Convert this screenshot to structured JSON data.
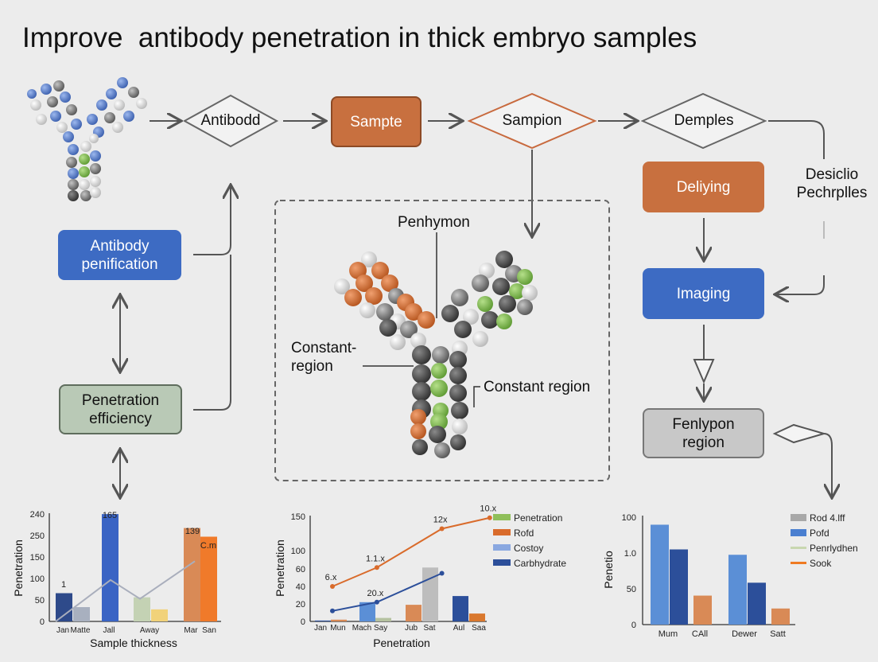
{
  "title": "Improve  antibody penetration in thick embryo samples",
  "flow": {
    "diamond_antibody": "Antibodd",
    "box_sample": "Sampte",
    "diamond_sampion": "Sampion",
    "diamond_demples": "Demples",
    "box_antibody_purification_line1": "Antibody",
    "box_antibody_purification_line2": "penification",
    "box_penetration_line1": "Penetration",
    "box_penetration_line2": "efficiency",
    "box_delying": "Deliying",
    "side_label_line1": "Desiclio",
    "side_label_line2": "Pechrplles",
    "box_imaging": "Imaging",
    "box_fenlypon_line1": "Fenlypon",
    "box_fenlypon_line2": "region"
  },
  "structure_labels": {
    "top": "Penhymon",
    "left_line1": "Constant-",
    "left_line2": "region",
    "right": "Constant region"
  },
  "colors": {
    "blue": "#3d6bc3",
    "orange": "#c8703f",
    "green_box": "#b9c9b6",
    "gray_box": "#c8c8c8"
  },
  "chart_data": [
    {
      "type": "bar",
      "xlabel": "Sample thickness",
      "ylabel": "Penetration",
      "yticks": [
        "0",
        "50",
        "100",
        "150",
        "250",
        "240"
      ],
      "categories": [
        "Jan",
        "Matte",
        "Jall",
        "Away",
        "Mar",
        "San"
      ],
      "bars": [
        {
          "category": "Jan",
          "value": 75,
          "color": "#2e4a8a"
        },
        {
          "category": "Matte",
          "value": 38,
          "color": "#a8b0bf"
        },
        {
          "category": "Jall",
          "value": 285,
          "color": "#3a64c4"
        },
        {
          "category": "Away",
          "value": 64,
          "color": "#c4d2b4"
        },
        {
          "category": "Away",
          "value": 32,
          "color": "#f1d27a"
        },
        {
          "category": "Mar",
          "value": 248,
          "color": "#d98a56"
        },
        {
          "category": "San",
          "value": 225,
          "color": "#f07a2a"
        }
      ],
      "line": [
        {
          "x": 0,
          "y": 0
        },
        {
          "x": 2,
          "y": 110
        },
        {
          "x": 3.1,
          "y": 60
        },
        {
          "x": 4.3,
          "y": 160
        }
      ],
      "data_labels": [
        {
          "text": "1",
          "category": "Jan",
          "value": 75
        },
        {
          "text": "165",
          "category": "Jall",
          "value": 285
        },
        {
          "text": "139",
          "category": "Mar",
          "value": 248
        },
        {
          "text": "C.m",
          "category": "San",
          "value": 225
        }
      ]
    },
    {
      "type": "line",
      "xlabel": "Penetration",
      "ylabel": "Penetration",
      "yticks": [
        "0",
        "20",
        "40",
        "60",
        "100",
        "150"
      ],
      "categories": [
        "Jan",
        "Mun",
        "Mach Say",
        "Jub",
        "Sat",
        "Aul",
        "Saa"
      ],
      "series": [
        {
          "name": "Penetration",
          "color": "#8fbf5a"
        },
        {
          "name": "Rofd",
          "color": "#d96b2b",
          "points": [
            {
              "x": 1,
              "y": 40
            },
            {
              "x": 2.3,
              "y": 63
            },
            {
              "x": 4.2,
              "y": 132
            },
            {
              "x": 5.6,
              "y": 148
            }
          ]
        },
        {
          "name": "Costoy",
          "color": "#8aa8e0"
        },
        {
          "name": "Carbhydrate",
          "color": "#2c4f9a",
          "points": [
            {
              "x": 1,
              "y": 12
            },
            {
              "x": 2.3,
              "y": 22
            },
            {
              "x": 4.2,
              "y": 55
            }
          ]
        }
      ],
      "bars": [
        {
          "category": "Jan",
          "value": 1,
          "color": "#2c4f9a"
        },
        {
          "category": "Mun",
          "value": 2,
          "color": "#d98a56"
        },
        {
          "category": "Mach Say",
          "value": 22,
          "color": "#5b8fd6"
        },
        {
          "category": "Mach Say",
          "value": 4,
          "color": "#b5c2a0"
        },
        {
          "category": "Jub",
          "value": 19,
          "color": "#d98a56"
        },
        {
          "category": "Sat",
          "value": 63,
          "color": "#bdbdbd"
        },
        {
          "category": "Aul",
          "value": 29,
          "color": "#2c4f9a"
        },
        {
          "category": "Saa",
          "value": 9,
          "color": "#d9782e"
        }
      ],
      "data_labels": [
        {
          "text": "6.x",
          "x": 1,
          "y": 40
        },
        {
          "text": "1.1.x",
          "x": 2.3,
          "y": 63
        },
        {
          "text": "20.x",
          "x": 2.3,
          "y": 22
        },
        {
          "text": "12x",
          "x": 4.2,
          "y": 132
        },
        {
          "text": "10.x",
          "x": 5.6,
          "y": 148
        }
      ]
    },
    {
      "type": "bar",
      "xlabel": "",
      "ylabel": "Penetio",
      "yticks": [
        "0",
        "50",
        "1.0",
        "100"
      ],
      "categories": [
        "Mum",
        "CAll",
        "Dewer",
        "Satt"
      ],
      "series": [
        {
          "name": "Rod 4.lff",
          "color": "#a8a8a8"
        },
        {
          "name": "Pofd",
          "color": "#4a7fd0"
        },
        {
          "name": "Penrlydhen",
          "color": "#c8d7b0"
        },
        {
          "name": "Sook",
          "color": "#ef7a22"
        }
      ],
      "bars": [
        {
          "category": "Mum",
          "value": 93,
          "color": "#5b8fd6"
        },
        {
          "category": "Mum",
          "value": 70,
          "color": "#2c4f9a"
        },
        {
          "category": "CAll",
          "value": 27,
          "color": "#d98a56"
        },
        {
          "category": "Dewer",
          "value": 65,
          "color": "#5b8fd6"
        },
        {
          "category": "Dewer",
          "value": 39,
          "color": "#2c4f9a"
        },
        {
          "category": "Satt",
          "value": 15,
          "color": "#d98a56"
        }
      ]
    }
  ]
}
